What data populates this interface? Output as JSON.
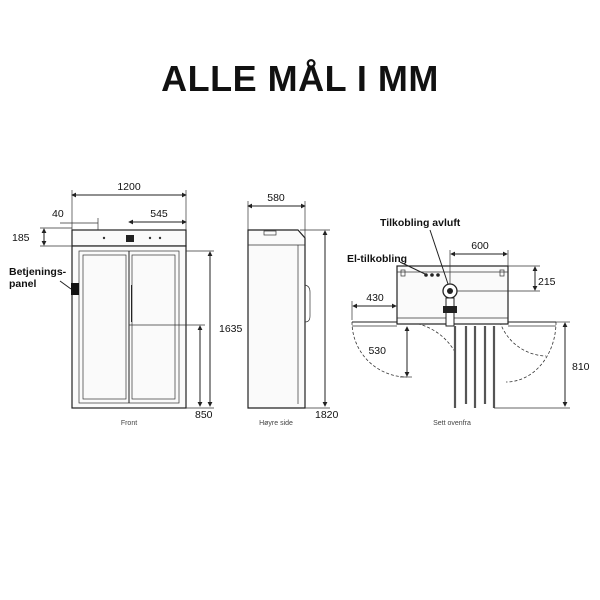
{
  "title": "ALLE MÅL I MM",
  "labels": {
    "front_width": "1200",
    "front_top_offset": "40",
    "front_panel_width": "545",
    "front_top_height": "185",
    "control_panel_line1": "Betjenings-",
    "control_panel_line2": "panel",
    "front_door_height": "1635",
    "front_bottom": "850",
    "side_depth": "580",
    "side_height": "1820",
    "vent_connection": "Tilkobling avluft",
    "electric_connection": "El-tilkobling",
    "top_width": "600",
    "top_offset": "215",
    "top_left": "430",
    "top_swing_left": "530",
    "top_swing_right": "810"
  },
  "captions": {
    "front": "Front",
    "side": "Høyre side",
    "top": "Sett ovenfra"
  },
  "colors": {
    "ink": "#222222",
    "control_panel": "#111111"
  }
}
